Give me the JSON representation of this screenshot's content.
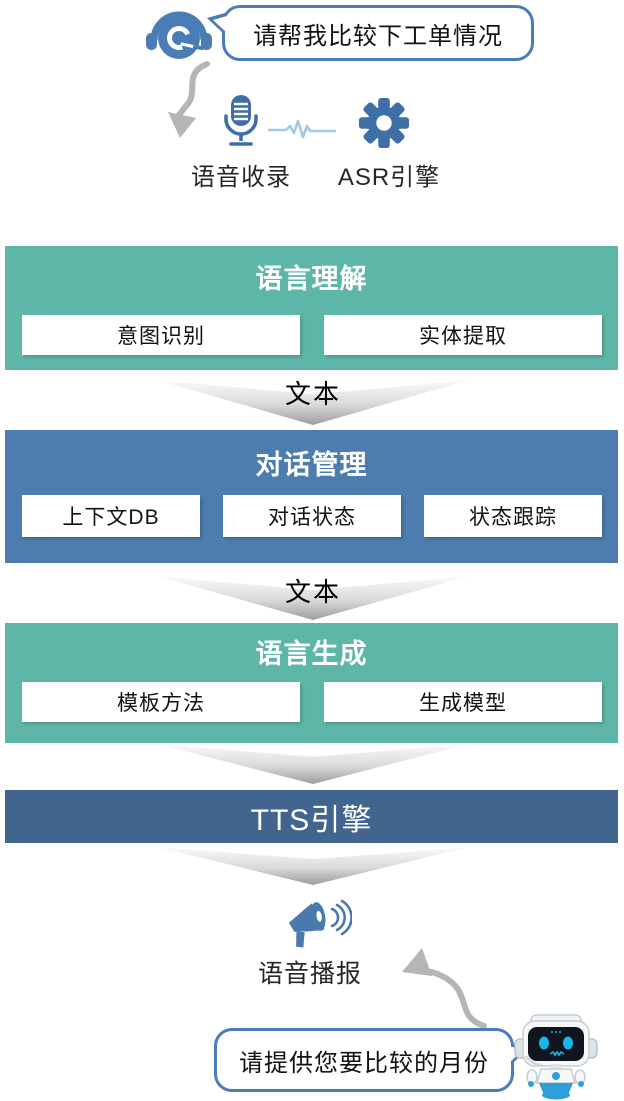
{
  "top": {
    "user_bubble": "请帮我比较下工单情况"
  },
  "asr_row": {
    "record_label": "语音收录",
    "asr_label": "ASR引擎"
  },
  "flow": {
    "nlu": {
      "title": "语言理解",
      "items": [
        "意图识别",
        "实体提取"
      ]
    },
    "dm": {
      "title": "对话管理",
      "items": [
        "上下文DB",
        "对话状态",
        "状态跟踪"
      ]
    },
    "nlg": {
      "title": "语言生成",
      "items": [
        "模板方法",
        "生成模型"
      ]
    },
    "tts": {
      "title": "TTS引擎"
    },
    "connector_label": "文本"
  },
  "bottom": {
    "broadcast_label": "语音播报",
    "bot_bubble": "请提供您要比较的月份"
  },
  "colors": {
    "green_block": "#5eb6a8",
    "blue_block": "#4d7cae",
    "tts_bar": "#426590",
    "bubble_border": "#4a7cba",
    "icon_blue": "#3e6fa6",
    "waveform_blue": "#9fc9e9",
    "arrow_gray": "#b5b5b5"
  }
}
